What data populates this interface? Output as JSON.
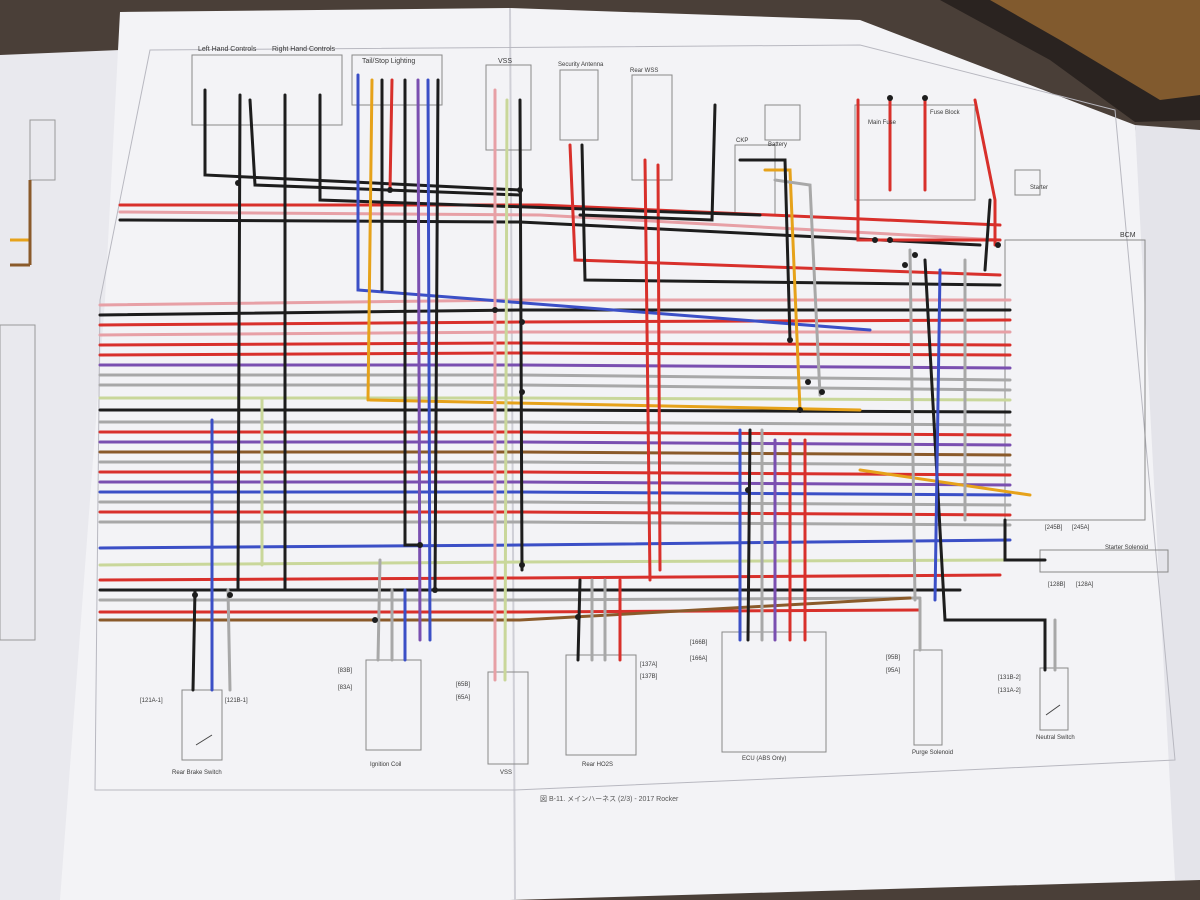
{
  "photo": {
    "subject": "Photograph of a printed motorcycle wiring diagram in an open service manual",
    "surface_color": "#4a3f38",
    "paper_color": "#f1f1f4"
  },
  "wire_colors": {
    "red": "#d8302b",
    "black": "#1d1d1d",
    "blue": "#3b4fc6",
    "orange": "#e6a21a",
    "gray": "#a8a8a8",
    "violet": "#7a4fb0",
    "pink": "#e7a0a6",
    "brown": "#8a5a2a",
    "light_green": "#c9d79a",
    "white": "#e9e9ee"
  },
  "components": {
    "left_hand_controls": "Left Hand Controls",
    "right_hand_controls": "Right Hand Controls",
    "tail_lighting": "Tail/Stop Lighting",
    "vss": "VSS",
    "security_antenna": "Security Antenna",
    "rear_wss": "Rear WSS",
    "ckp": "CKP",
    "main_fuse": "Main Fuse",
    "battery": "Battery",
    "starter_solenoid": "Starter Solenoid",
    "rear_brake_switch": "Rear Brake Switch",
    "ignition_coil": "Ignition Coil",
    "vss_bottom": "VSS",
    "rear_hdls": "Rear HO2S",
    "ecu": "ECU (ABS Only)",
    "purge_solenoid": "Purge Solenoid",
    "neutral_switch": "Neutral Switch",
    "bcm": "BCM",
    "fuse_block": "Fuse Block",
    "starter": "Starter"
  },
  "connectors": {
    "c121a": "[121A-1]",
    "c121b": "[121B-1]",
    "c83a": "[83A]",
    "c83b": "[83B]",
    "c65a": "[65A]",
    "c65b": "[65B]",
    "c137a": "[137A]",
    "c137b": "[137B]",
    "c166a": "[166A]",
    "c166b": "[166B]",
    "c95a": "[95A]",
    "c95b": "[95B]",
    "c131a": "[131A-2]",
    "c131b": "[131B-2]",
    "c128a": "[128A]",
    "c128b": "[128B]",
    "c245a": "[245A]",
    "c245b": "[245B]"
  },
  "footer": {
    "caption": "図 B-11. メインハーネス (2/3) - 2017 Rocker"
  }
}
